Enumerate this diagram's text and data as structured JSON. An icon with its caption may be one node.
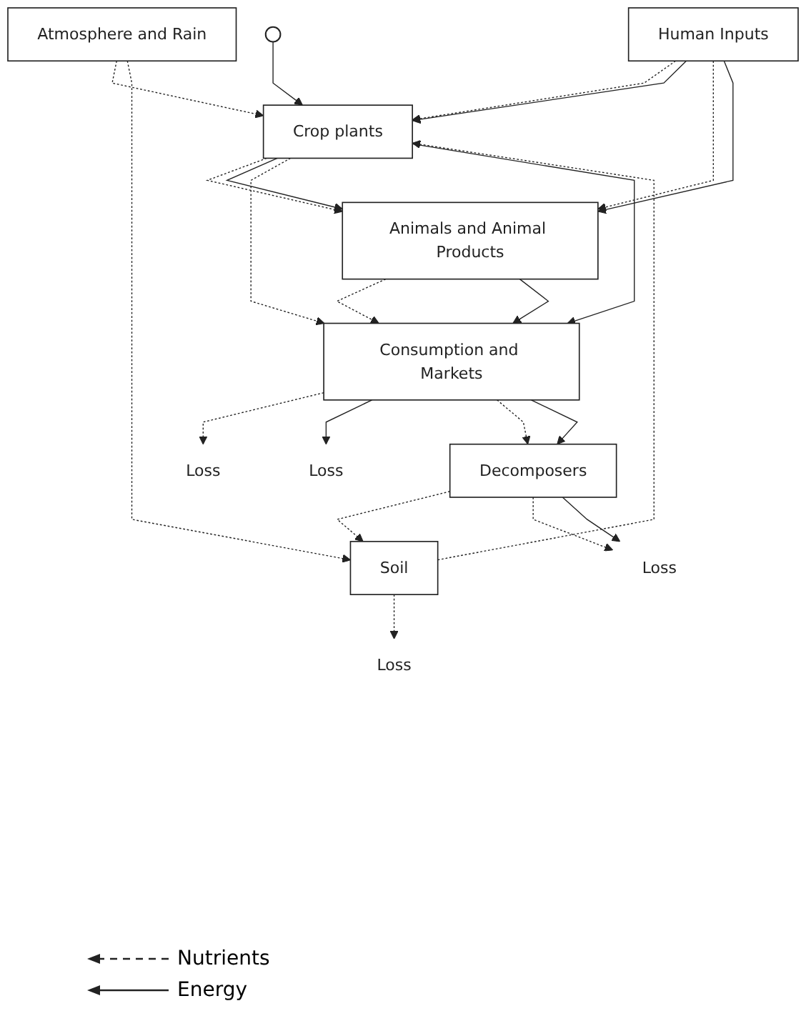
{
  "diagram": {
    "nodes": [
      {
        "text": [],
        "shape": "circle"
      },
      {
        "text": [
          "Atmosphere and Rain"
        ]
      },
      {
        "text": [
          "Human Inputs"
        ]
      },
      {
        "text": [
          "Crop plants"
        ]
      },
      {
        "text": [
          "Animals and Animal Products"
        ]
      },
      {
        "text": [
          "Soil"
        ]
      },
      {
        "text": [
          "Consumption and Markets"
        ]
      },
      {
        "text": [
          "Decomposers"
        ]
      },
      {
        "text": [
          "Loss"
        ]
      },
      {
        "text": [
          "Loss"
        ]
      },
      {
        "text": [
          "Loss"
        ]
      },
      {
        "text": [
          "Loss"
        ]
      }
    ],
    "edges": [
      {
        "from": 0,
        "to": 3,
        "arrow": "to"
      },
      {
        "from": 1,
        "to": 3,
        "arrow": "to",
        "style": "dashed"
      },
      {
        "from": 1,
        "to": 5,
        "arrow": "to",
        "style": "dashed"
      },
      {
        "from": 2,
        "to": 3,
        "arrow": "to",
        "style": "dashed"
      },
      {
        "from": 2,
        "to": 3,
        "arrow": "to"
      },
      {
        "from": 2,
        "to": 4,
        "arrow": "to",
        "style": "dashed"
      },
      {
        "from": 2,
        "to": 4,
        "arrow": "to"
      },
      {
        "from": 3,
        "to": 4,
        "arrow": "to",
        "style": "dashed"
      },
      {
        "from": 3,
        "to": 4,
        "arrow": "to"
      },
      {
        "from": 5,
        "to": 3,
        "arrow": "to",
        "style": "dashed"
      },
      {
        "from": 3,
        "to": 6,
        "arrow": "to",
        "style": "dashed"
      },
      {
        "from": 3,
        "to": 6,
        "arrow": "to"
      },
      {
        "from": 4,
        "to": 6,
        "arrow": "to",
        "style": "dashed"
      },
      {
        "from": 4,
        "to": 6,
        "arrow": "to"
      },
      {
        "from": 6,
        "to": 9,
        "arrow": "to",
        "style": "dashed"
      },
      {
        "from": 6,
        "to": 10,
        "arrow": "to"
      },
      {
        "from": 5,
        "to": 8,
        "arrow": "to",
        "style": "dashed"
      },
      {
        "from": 6,
        "to": 7,
        "arrow": "to",
        "style": "dashed"
      },
      {
        "from": 6,
        "to": 7,
        "arrow": "to"
      },
      {
        "from": 7,
        "to": 5,
        "arrow": "to",
        "style": "dashed"
      },
      {
        "from": 7,
        "to": 11,
        "arrow": "to",
        "style": "dashed"
      },
      {
        "from": 7,
        "to": 11,
        "arrow": "to"
      }
    ],
    "legend": [
      {
        "text": "Nutrients"
      },
      {
        "text": "Energy"
      }
    ]
  }
}
